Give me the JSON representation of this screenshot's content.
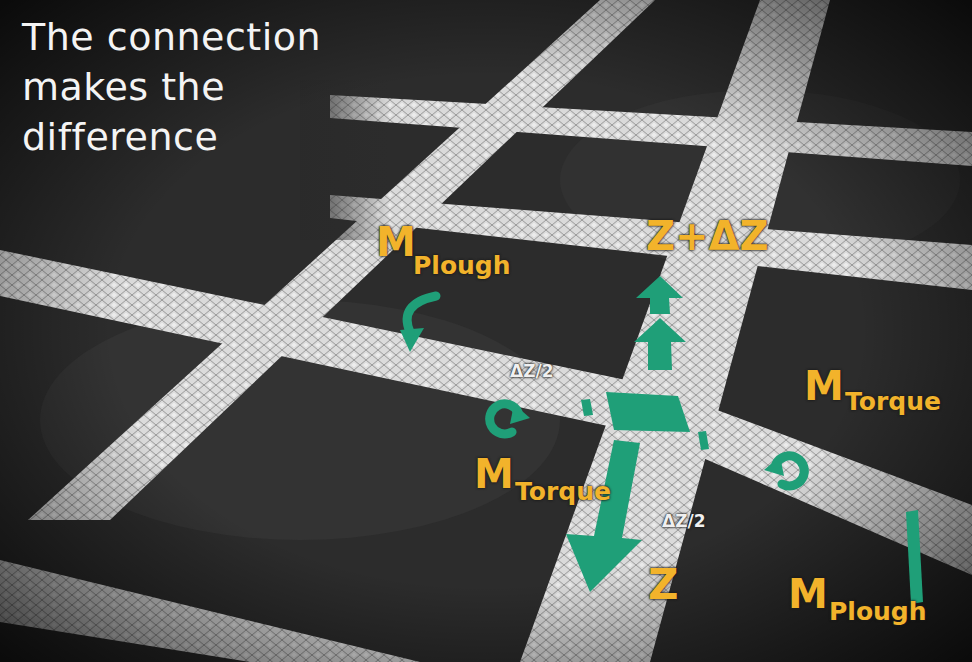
{
  "diagram": {
    "title": "The connection makes the difference",
    "labels": [
      "Z+ΔZ",
      "M",
      "Plough",
      "ΔZ/2",
      "M",
      "Torque",
      "M",
      "Torque",
      "ΔZ/2",
      "M",
      "Plough",
      "Z"
    ]
  }
}
